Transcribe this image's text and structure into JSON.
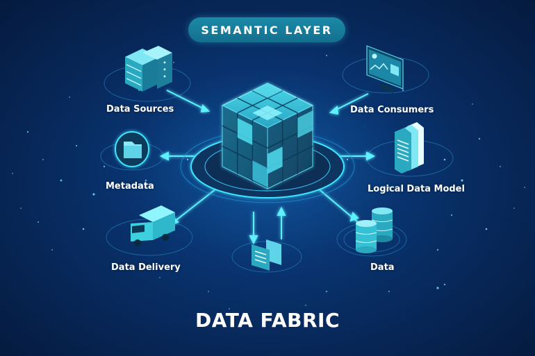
{
  "header": {
    "title": "SEMANTIC LAYER"
  },
  "footer": {
    "title": "DATA FABRIC"
  },
  "hub": {
    "name": "semantic-layer-cube"
  },
  "nodes": [
    {
      "id": "data-sources",
      "label": "Data Sources",
      "icon": "server-stack-icon",
      "flow": "into-hub"
    },
    {
      "id": "data-consumers",
      "label": "Data Consumers",
      "icon": "dashboard-monitor-icon",
      "flow": "from-hub"
    },
    {
      "id": "metadata",
      "label": "Metadata",
      "icon": "folder-icon",
      "flow": "from-hub"
    },
    {
      "id": "logical-data-model",
      "label": "Logical Data Model",
      "icon": "documents-icon",
      "flow": "from-hub"
    },
    {
      "id": "data-delivery",
      "label": "Data Delivery",
      "icon": "delivery-truck-icon",
      "flow": "from-hub"
    },
    {
      "id": "documents",
      "label": "",
      "icon": "document-pages-icon",
      "flow": "bidirectional"
    },
    {
      "id": "data",
      "label": "Data",
      "icon": "database-icon",
      "flow": "into-hub"
    }
  ],
  "colors": {
    "background_dark": "#041634",
    "background_mid": "#0b3a78",
    "accent_cyan": "#3fe3ff",
    "pill": "#1b8aa8",
    "text": "#ffffff"
  }
}
